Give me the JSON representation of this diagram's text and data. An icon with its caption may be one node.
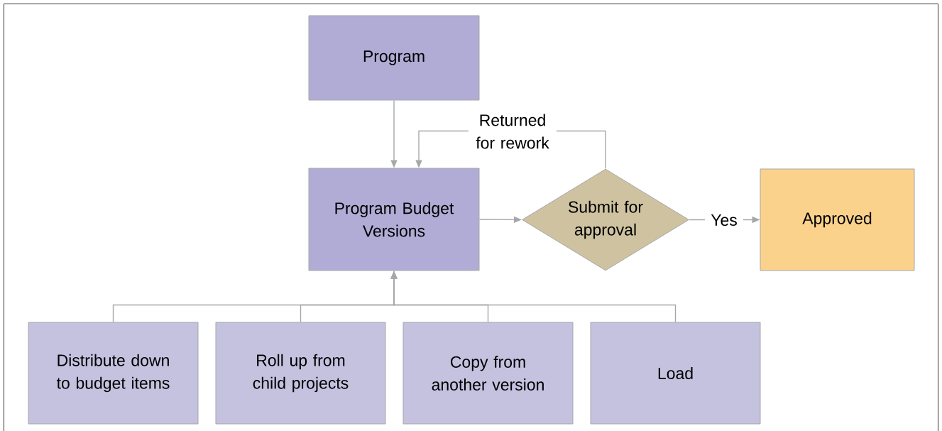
{
  "diagram": {
    "nodes": [
      {
        "text": [
          "Program"
        ]
      },
      {
        "text": [
          "Program Budget Versions"
        ]
      },
      {
        "text": [
          "Submit for approval"
        ]
      },
      {
        "text": [
          "Approved"
        ]
      },
      {
        "text": [
          "Distribute down to budget items"
        ]
      },
      {
        "text": [
          "Roll up from child projects"
        ]
      },
      {
        "text": [
          "Copy from another version"
        ]
      },
      {
        "text": [
          "Load"
        ]
      }
    ],
    "edges": [
      {
        "from": 0,
        "to": 1,
        "arrow": "to"
      },
      {
        "from": 2,
        "to": 1,
        "arrow": "to",
        "label": "Returned for rework"
      },
      {
        "from": 1,
        "to": 2,
        "arrow": "to"
      },
      {
        "from": 2,
        "to": 3,
        "arrow": "to",
        "label": "Yes"
      },
      {
        "from": 4,
        "to": 1,
        "arrow": "to"
      },
      {
        "from": 5,
        "to": 1,
        "arrow": "to"
      },
      {
        "from": 6,
        "to": 1,
        "arrow": "to"
      },
      {
        "from": 7,
        "to": 1,
        "arrow": "to"
      }
    ]
  }
}
